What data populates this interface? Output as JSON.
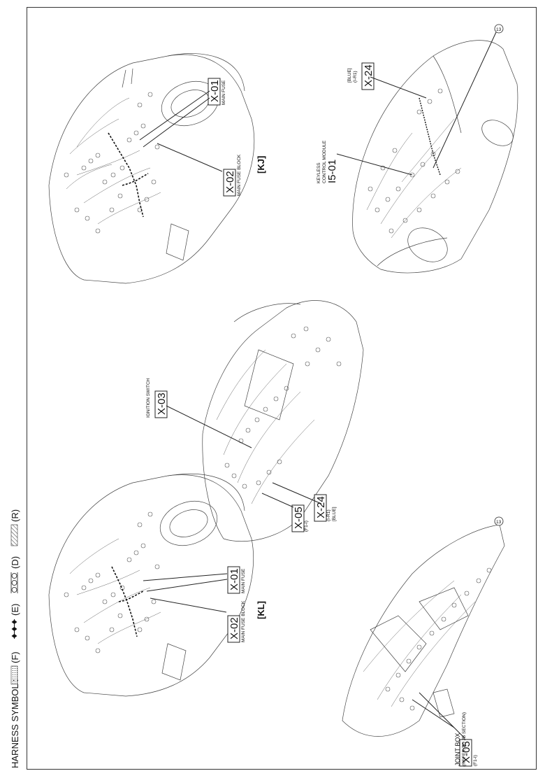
{
  "harness_symbol": {
    "title": "HARNESS SYMBOL :",
    "items": [
      {
        "code": "(F)",
        "pattern": "dotted"
      },
      {
        "code": "(E)",
        "pattern": "diamond"
      },
      {
        "code": "(D)",
        "pattern": "circle"
      },
      {
        "code": "(R)",
        "pattern": "hatch"
      }
    ]
  },
  "views": {
    "kj_engine": {
      "caption": "[KJ]",
      "x01": {
        "code": "X-01",
        "desc": "MAIN FUSE"
      },
      "x02": {
        "code": "X-02",
        "desc": "MAIN FUSE BLOCK"
      }
    },
    "kj_body": {
      "x24": {
        "code": "X-24",
        "sub1": "[BLUE]",
        "sub2": "(I-R1)"
      },
      "i501": {
        "code": "I5-01",
        "desc1": "KEYLESS",
        "desc2": "CONTROL MODULE"
      },
      "ref": "13"
    },
    "dash": {
      "x03": {
        "code": "X-03",
        "desc": "IGNITION SWITCH"
      },
      "x24": {
        "code": "X-24",
        "sub1": "(I-R1)",
        "sub2": "[BLUE]"
      },
      "x05": {
        "code": "X-05",
        "sub": "(F1-I)"
      }
    },
    "kl_engine": {
      "caption": "[KL]",
      "x01": {
        "code": "X-01",
        "desc": "MAIN FUSE"
      },
      "x02": {
        "code": "X-02",
        "desc": "MAIN FUSE BLOCK"
      }
    },
    "kl_interior": {
      "x05": {
        "code": "X-05",
        "sub": "(F1-I)"
      },
      "joint": {
        "title": "JOINT BOX",
        "desc": "(REFER TO JB SECTION)"
      },
      "ref": "13"
    }
  }
}
